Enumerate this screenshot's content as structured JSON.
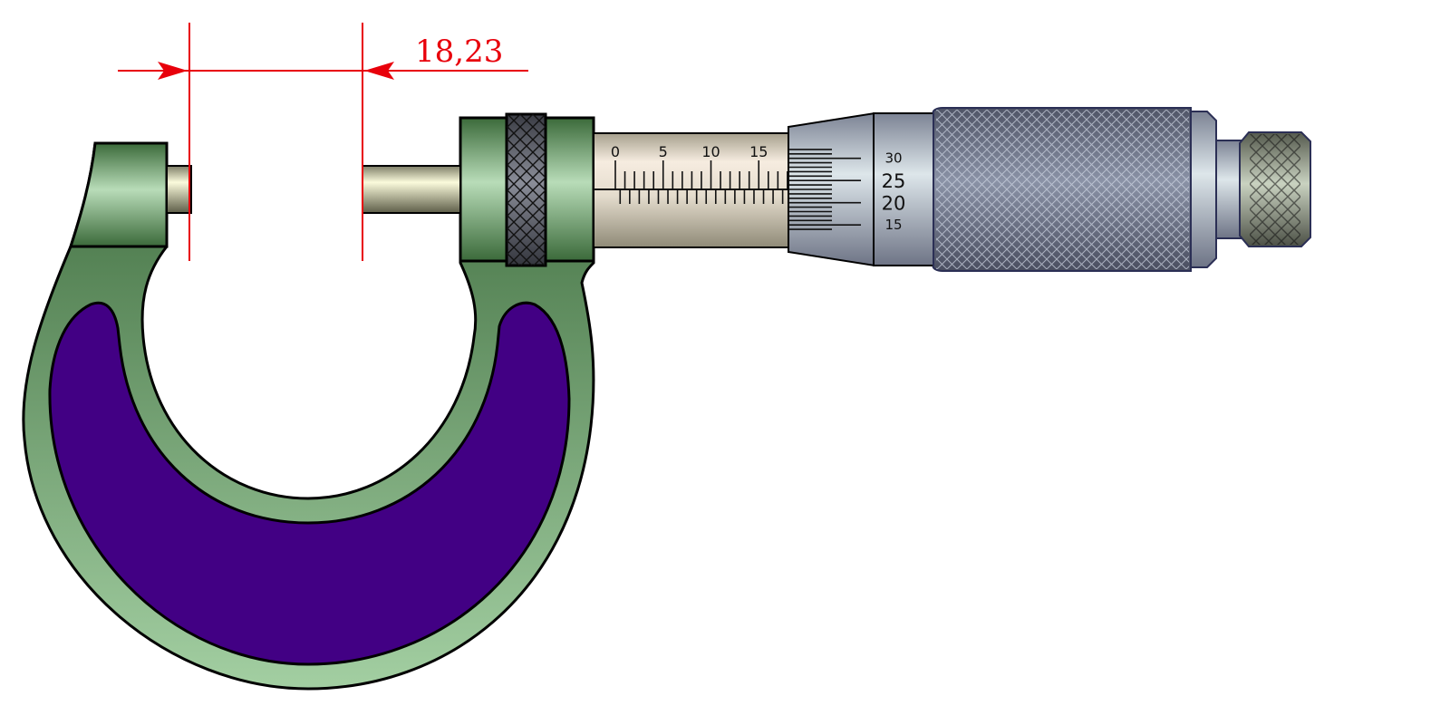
{
  "measurement": {
    "value_label": "18,23",
    "color": "#e8000b"
  },
  "sleeve_scale": {
    "labels": [
      "0",
      "5",
      "10",
      "15"
    ],
    "main_divisions_mm": 20,
    "visible_mm": 18.5
  },
  "thimble_scale": {
    "labels": [
      "30",
      "25",
      "20",
      "15"
    ],
    "reading": 23
  },
  "colors": {
    "frame_green": "#3c6b3c",
    "frame_light": "#9fcba0",
    "insulation_purple": "#420084",
    "knurl_gray": "#5e6275",
    "sleeve": "#e9e0d2"
  },
  "parts": {
    "frame": "frame",
    "anvil": "anvil",
    "spindle": "spindle",
    "lock_ring": "lock-ring",
    "sleeve": "sleeve",
    "thimble": "thimble",
    "ratchet": "ratchet"
  }
}
